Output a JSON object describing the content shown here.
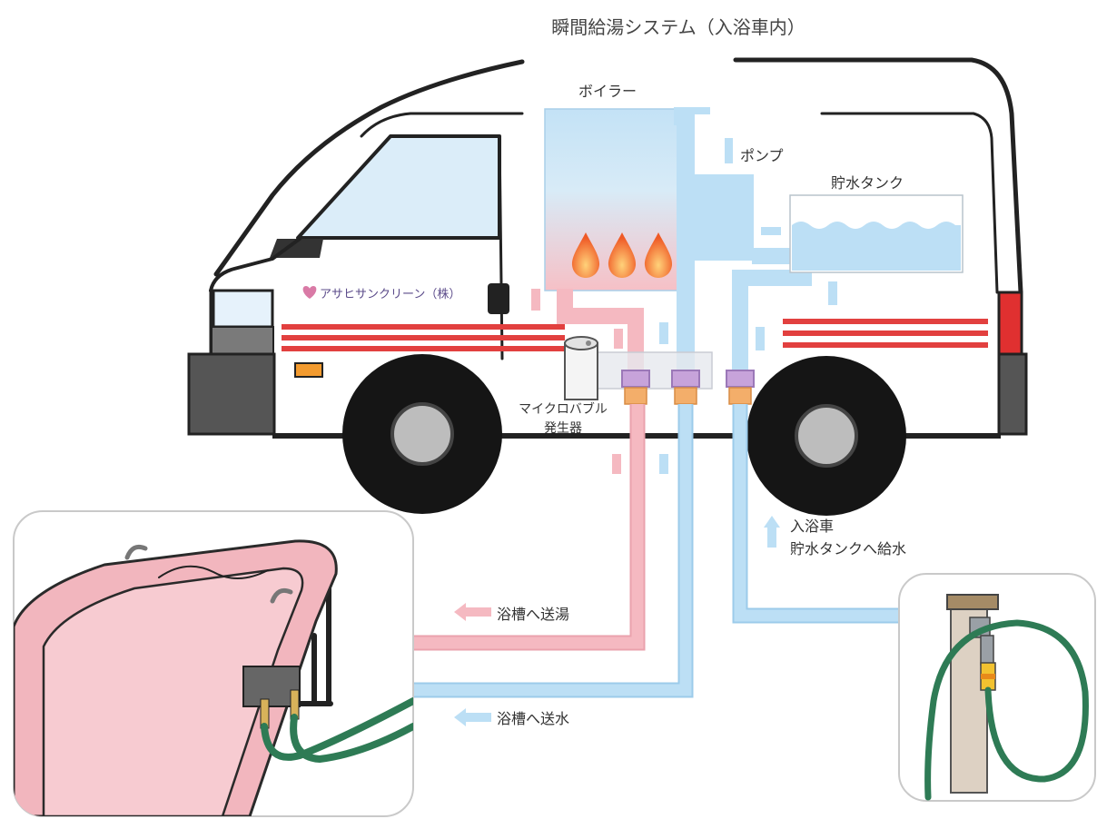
{
  "title": "瞬間給湯システム（入浴車内）",
  "labels": {
    "boiler": "ボイラー",
    "pump": "ポンプ",
    "storage_tank": "貯水タンク",
    "company": "アサヒサンクリーン（株）",
    "microbubble_generator": [
      "マイクロバブル",
      "発生器"
    ],
    "tank_supply": [
      "入浴車",
      "貯水タンクへ給水"
    ],
    "hot_to_tub": "浴槽へ送湯",
    "cold_to_tub": "浴槽へ送水"
  },
  "colors": {
    "hot_water": "#f5b9c1",
    "cold_water": "#bcdff5"
  }
}
